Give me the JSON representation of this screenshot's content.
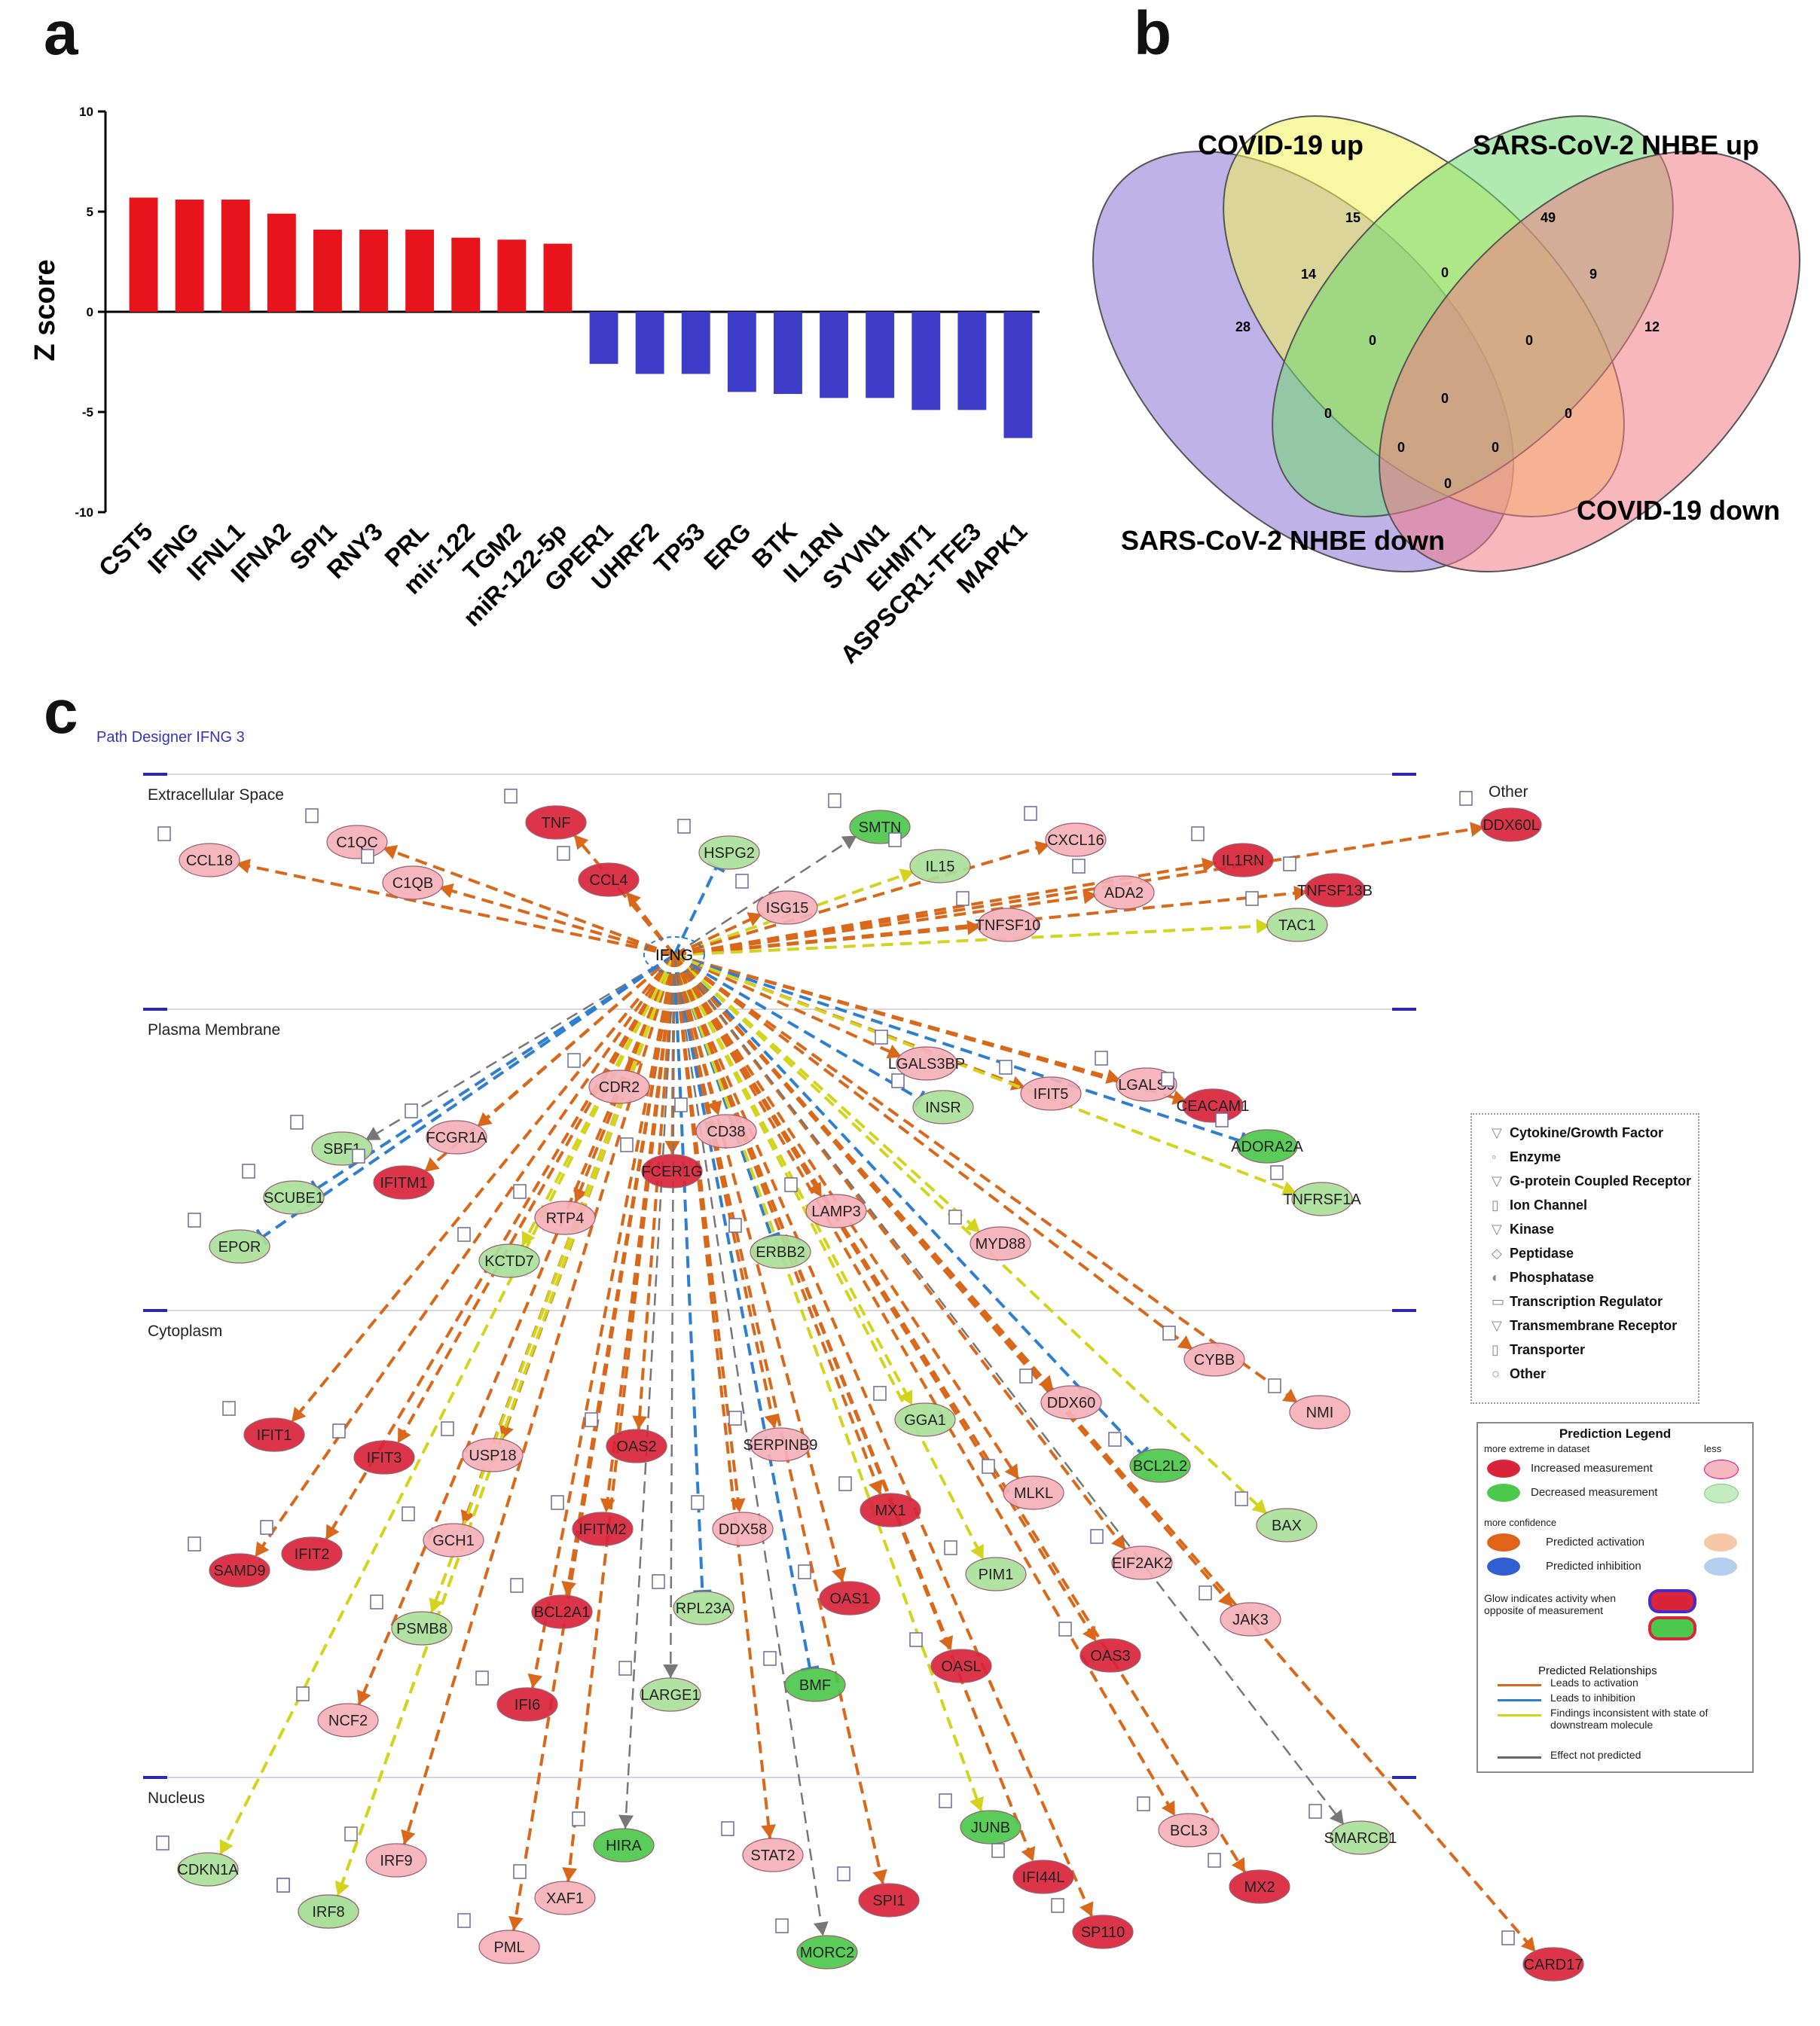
{
  "panels": {
    "a": "a",
    "b": "b",
    "c": "c"
  },
  "chart_data": [
    {
      "type": "bar",
      "ylabel": "Z score",
      "ylim": [
        -10,
        10
      ],
      "yticks": [
        "10",
        "5",
        "0",
        "-5",
        "-10"
      ],
      "categories": [
        "CST5",
        "IFNG",
        "IFNL1",
        "IFNA2",
        "SPI1",
        "RNY3",
        "PRL",
        "mir-122",
        "TGM2",
        "miR-122-5p",
        "GPER1",
        "UHRF2",
        "TP53",
        "ERG",
        "BTK",
        "IL1RN",
        "SYVN1",
        "EHMT1",
        "ASPSCR1-TFE3",
        "MAPK1"
      ],
      "values": [
        5.7,
        5.6,
        5.6,
        4.9,
        4.1,
        4.1,
        4.1,
        3.7,
        3.6,
        3.4,
        -2.6,
        -3.1,
        -3.1,
        -4.0,
        -4.1,
        -4.3,
        -4.3,
        -4.9,
        -4.9,
        -6.3
      ],
      "colors": {
        "positive": "#e8141c",
        "negative": "#3d3dc9"
      }
    },
    {
      "type": "venn",
      "sets": [
        {
          "name": "COVID-19 up",
          "color": "#f2f25a"
        },
        {
          "name": "SARS-CoV-2 NHBE up",
          "color": "#6fd86f"
        },
        {
          "name": "SARS-CoV-2 NHBE down",
          "color": "#8a72d6"
        },
        {
          "name": "COVID-19 down",
          "color": "#f27a86"
        }
      ],
      "region_counts": [
        "15",
        "49",
        "14",
        "0",
        "9",
        "28",
        "0",
        "0",
        "12",
        "0",
        "0",
        "0",
        "0",
        "0",
        "0"
      ]
    }
  ],
  "pathway": {
    "title": "Path Designer IFNG 3",
    "compartments": [
      "Extracellular Space",
      "Plasma Membrane",
      "Cytoplasm",
      "Nucleus",
      "Other"
    ],
    "center": "IFNG",
    "genes": [
      {
        "name": "CCL18",
        "fill": "#f4b0b8",
        "dir": "act"
      },
      {
        "name": "C1QC",
        "fill": "#f4b0b8",
        "dir": "act"
      },
      {
        "name": "C1QB",
        "fill": "#f4b0b8",
        "dir": "act"
      },
      {
        "name": "TNF",
        "fill": "#d9243a",
        "dir": "act"
      },
      {
        "name": "CCL4",
        "fill": "#d9243a",
        "dir": "act"
      },
      {
        "name": "HSPG2",
        "fill": "#a9e09a",
        "dir": "inh"
      },
      {
        "name": "SMTN",
        "fill": "#4cc84c",
        "dir": "none"
      },
      {
        "name": "IL15",
        "fill": "#a9e09a",
        "dir": "inc"
      },
      {
        "name": "ISG15",
        "fill": "#f4b0b8",
        "dir": "act"
      },
      {
        "name": "CXCL16",
        "fill": "#f4b0b8",
        "dir": "act"
      },
      {
        "name": "ADA2",
        "fill": "#f4b0b8",
        "dir": "act"
      },
      {
        "name": "TNFSF10",
        "fill": "#f4b0b8",
        "dir": "act"
      },
      {
        "name": "IL1RN",
        "fill": "#d9243a",
        "dir": "act"
      },
      {
        "name": "TNFSF13B",
        "fill": "#d9243a",
        "dir": "act"
      },
      {
        "name": "TAC1",
        "fill": "#a9e09a",
        "dir": "inc"
      },
      {
        "name": "DDX60L",
        "fill": "#d9243a",
        "dir": "act"
      },
      {
        "name": "SBF1",
        "fill": "#a9e09a",
        "dir": "none"
      },
      {
        "name": "FCGR1A",
        "fill": "#f4b0b8",
        "dir": "act"
      },
      {
        "name": "IFITM1",
        "fill": "#d9243a",
        "dir": "act"
      },
      {
        "name": "SCUBE1",
        "fill": "#a9e09a",
        "dir": "inh"
      },
      {
        "name": "EPOR",
        "fill": "#a9e09a",
        "dir": "inh"
      },
      {
        "name": "CDR2",
        "fill": "#f4b0b8",
        "dir": "act"
      },
      {
        "name": "RTP4",
        "fill": "#f4b0b8",
        "dir": "act"
      },
      {
        "name": "KCTD7",
        "fill": "#a9e09a",
        "dir": "inc"
      },
      {
        "name": "FCER1G",
        "fill": "#d9243a",
        "dir": "act"
      },
      {
        "name": "CD38",
        "fill": "#f4b0b8",
        "dir": "act"
      },
      {
        "name": "LGALS3BP",
        "fill": "#f4b0b8",
        "dir": "act"
      },
      {
        "name": "INSR",
        "fill": "#a9e09a",
        "dir": "inh"
      },
      {
        "name": "IFIT5",
        "fill": "#f4b0b8",
        "dir": "act"
      },
      {
        "name": "LGALS9",
        "fill": "#f4b0b8",
        "dir": "act"
      },
      {
        "name": "CEACAM1",
        "fill": "#d9243a",
        "dir": "act"
      },
      {
        "name": "ADORA2A",
        "fill": "#4cc84c",
        "dir": "inh"
      },
      {
        "name": "TNFRSF1A",
        "fill": "#a9e09a",
        "dir": "inc"
      },
      {
        "name": "LAMP3",
        "fill": "#f4b0b8",
        "dir": "act"
      },
      {
        "name": "ERBB2",
        "fill": "#a9e09a",
        "dir": "inh"
      },
      {
        "name": "MYD88",
        "fill": "#f4b0b8",
        "dir": "inc"
      },
      {
        "name": "IFIT1",
        "fill": "#d9243a",
        "dir": "act"
      },
      {
        "name": "IFIT3",
        "fill": "#d9243a",
        "dir": "act"
      },
      {
        "name": "USP18",
        "fill": "#f4b0b8",
        "dir": "act"
      },
      {
        "name": "OAS2",
        "fill": "#d9243a",
        "dir": "act"
      },
      {
        "name": "SERPINB9",
        "fill": "#f4b0b8",
        "dir": "act"
      },
      {
        "name": "GGA1",
        "fill": "#a9e09a",
        "dir": "inc"
      },
      {
        "name": "DDX60",
        "fill": "#f4b0b8",
        "dir": "act"
      },
      {
        "name": "CYBB",
        "fill": "#f4b0b8",
        "dir": "act"
      },
      {
        "name": "NMI",
        "fill": "#f4b0b8",
        "dir": "act"
      },
      {
        "name": "BCL2L2",
        "fill": "#4cc84c",
        "dir": "inh"
      },
      {
        "name": "SAMD9",
        "fill": "#d9243a",
        "dir": "act"
      },
      {
        "name": "IFIT2",
        "fill": "#d9243a",
        "dir": "act"
      },
      {
        "name": "GCH1",
        "fill": "#f4b0b8",
        "dir": "act"
      },
      {
        "name": "IFITM2",
        "fill": "#d9243a",
        "dir": "act"
      },
      {
        "name": "DDX58",
        "fill": "#f4b0b8",
        "dir": "act"
      },
      {
        "name": "MX1",
        "fill": "#d9243a",
        "dir": "act"
      },
      {
        "name": "MLKL",
        "fill": "#f4b0b8",
        "dir": "act"
      },
      {
        "name": "BAX",
        "fill": "#a9e09a",
        "dir": "inc"
      },
      {
        "name": "PIM1",
        "fill": "#a9e09a",
        "dir": "inc"
      },
      {
        "name": "EIF2AK2",
        "fill": "#f4b0b8",
        "dir": "act"
      },
      {
        "name": "PSMB8",
        "fill": "#a9e09a",
        "dir": "inc"
      },
      {
        "name": "BCL2A1",
        "fill": "#d9243a",
        "dir": "act"
      },
      {
        "name": "RPL23A",
        "fill": "#a9e09a",
        "dir": "inh"
      },
      {
        "name": "OAS1",
        "fill": "#d9243a",
        "dir": "act"
      },
      {
        "name": "JAK3",
        "fill": "#f4b0b8",
        "dir": "act"
      },
      {
        "name": "NCF2",
        "fill": "#f4b0b8",
        "dir": "act"
      },
      {
        "name": "IRF8",
        "fill": "#a9e09a",
        "dir": "inc"
      },
      {
        "name": "LARGE1",
        "fill": "#a9e09a",
        "dir": "none"
      },
      {
        "name": "BMF",
        "fill": "#4cc84c",
        "dir": "inh"
      },
      {
        "name": "OASL",
        "fill": "#d9243a",
        "dir": "act"
      },
      {
        "name": "OAS3",
        "fill": "#d9243a",
        "dir": "act"
      },
      {
        "name": "CDKN1A",
        "fill": "#a9e09a",
        "dir": "inc"
      },
      {
        "name": "IRF9",
        "fill": "#f4b0b8",
        "dir": "act"
      },
      {
        "name": "HIRA",
        "fill": "#4cc84c",
        "dir": "none"
      },
      {
        "name": "JUNB",
        "fill": "#4cc84c",
        "dir": "inc"
      },
      {
        "name": "BCL3",
        "fill": "#f4b0b8",
        "dir": "act"
      },
      {
        "name": "SMARCB1",
        "fill": "#a9e09a",
        "dir": "none"
      },
      {
        "name": "IRF8_n",
        "label": "IRF8",
        "fill": "#a9e09a",
        "dir": "inc"
      },
      {
        "name": "XAF1",
        "fill": "#f4b0b8",
        "dir": "act"
      },
      {
        "name": "STAT2",
        "fill": "#f4b0b8",
        "dir": "act"
      },
      {
        "name": "IFI44L",
        "fill": "#d9243a",
        "dir": "act"
      },
      {
        "name": "MX2",
        "fill": "#d9243a",
        "dir": "act"
      },
      {
        "name": "PML",
        "fill": "#f4b0b8",
        "dir": "act"
      },
      {
        "name": "SPI1",
        "fill": "#d9243a",
        "dir": "act"
      },
      {
        "name": "SP110",
        "fill": "#d9243a",
        "dir": "act"
      },
      {
        "name": "MORC2",
        "fill": "#4cc84c",
        "dir": "none"
      },
      {
        "name": "CARD17",
        "fill": "#d9243a",
        "dir": "act"
      },
      {
        "name": "IFI6",
        "fill": "#d9243a",
        "dir": "act"
      }
    ],
    "edge_colors": {
      "act": "#d9681a",
      "inh": "#2e7fd0",
      "inc": "#d4d41e",
      "none": "#777777"
    },
    "molecule_legend": [
      "Cytokine/Growth Factor",
      "Enzyme",
      "G-protein Coupled Receptor",
      "Ion Channel",
      "Kinase",
      "Peptidase",
      "Phosphatase",
      "Transcription Regulator",
      "Transmembrane Receptor",
      "Transporter",
      "Other"
    ],
    "prediction_legend": {
      "title": "Prediction Legend",
      "more_extreme": "more extreme in dataset",
      "less": "less",
      "increased": "Increased measurement",
      "decreased": "Decreased measurement",
      "more_confidence": "more confidence",
      "pred_activation": "Predicted activation",
      "pred_inhibition": "Predicted inhibition",
      "glow": "Glow indicates activity when opposite of measurement",
      "relationships_title": "Predicted Relationships",
      "leads_activation": "Leads to activation",
      "leads_inhibition": "Leads to inhibition",
      "findings": "Findings inconsistent with state of downstream molecule",
      "effect": "Effect not predicted"
    }
  }
}
